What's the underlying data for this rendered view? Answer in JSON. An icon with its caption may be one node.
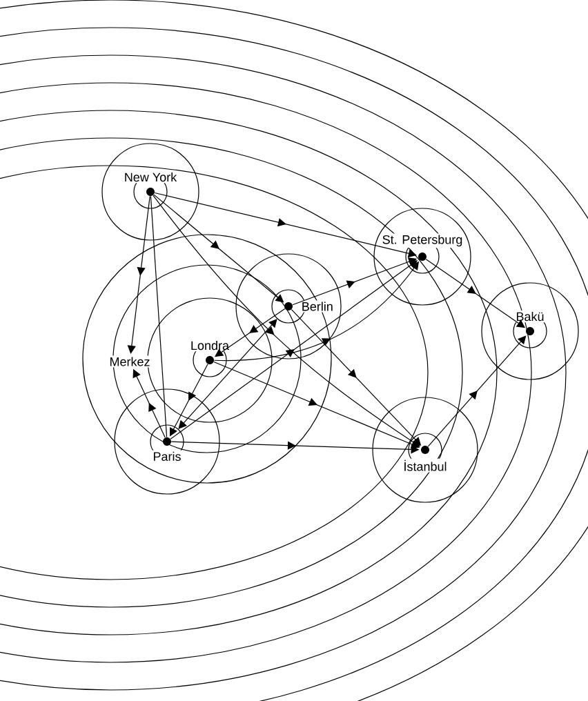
{
  "diagram": {
    "nodes": [
      {
        "text": [
          "New York"
        ]
      },
      {
        "text": [
          "St. Petersburg"
        ]
      },
      {
        "text": [
          "Bakü"
        ]
      },
      {
        "text": [
          "Berlin"
        ]
      },
      {
        "text": [
          "Londra"
        ]
      },
      {
        "text": [
          "Merkez"
        ]
      },
      {
        "text": [
          "Paris"
        ]
      },
      {
        "text": [
          "İstanbul"
        ]
      }
    ],
    "edges": [
      {
        "from": 0,
        "to": 1,
        "arrow": "to"
      },
      {
        "from": 0,
        "to": 5,
        "arrow": "to"
      },
      {
        "from": 0,
        "to": 3,
        "arrow": "to"
      },
      {
        "from": 0,
        "to": 7,
        "arrow": "to"
      },
      {
        "from": 0,
        "to": 6,
        "arrow": "none"
      },
      {
        "from": 1,
        "to": 2,
        "arrow": "to"
      },
      {
        "from": 7,
        "to": 2,
        "arrow": "to"
      },
      {
        "from": 3,
        "to": 1,
        "arrow": "to"
      },
      {
        "from": 4,
        "to": 1,
        "arrow": "to"
      },
      {
        "from": 6,
        "to": 1,
        "arrow": "to"
      },
      {
        "from": 3,
        "to": 7,
        "arrow": "to"
      },
      {
        "from": 4,
        "to": 7,
        "arrow": "to"
      },
      {
        "from": 6,
        "to": 7,
        "arrow": "to"
      },
      {
        "from": 6,
        "to": 5,
        "arrow": "to"
      },
      {
        "from": 6,
        "to": 3,
        "arrow": "both"
      },
      {
        "from": 3,
        "to": 4,
        "arrow": "to"
      },
      {
        "from": 4,
        "to": 6,
        "arrow": "to"
      }
    ]
  }
}
